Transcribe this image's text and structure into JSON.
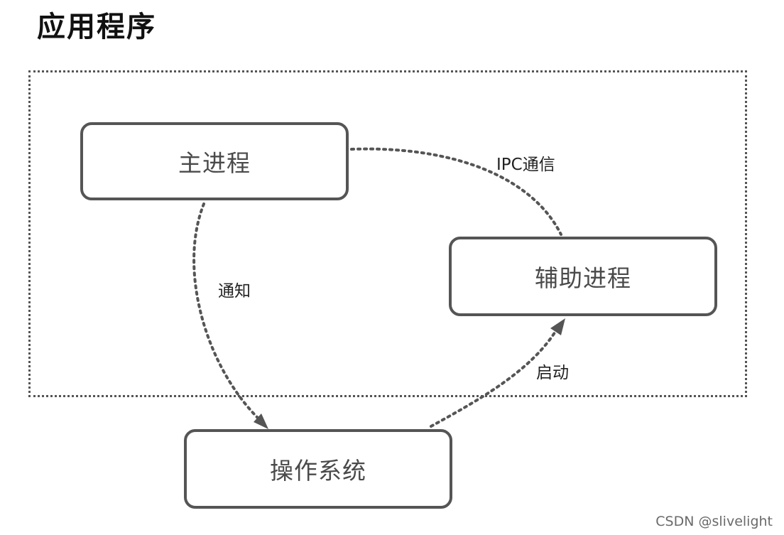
{
  "title": "应用程序",
  "nodes": {
    "main_process": "主进程",
    "helper_process": "辅助进程",
    "operating_system": "操作系统"
  },
  "edges": {
    "ipc": "IPC通信",
    "notify": "通知",
    "start": "启动"
  },
  "watermark": "CSDN @slivelight",
  "colors": {
    "border": "#555555",
    "node_text": "#4a4a4a",
    "edge": "#555555"
  }
}
